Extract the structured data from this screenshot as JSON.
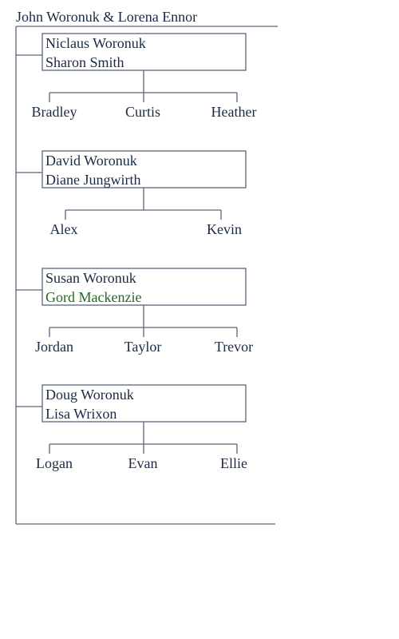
{
  "root": {
    "couple": "John Woronuk & Lorena Ennor"
  },
  "families": [
    {
      "parents": [
        "Niclaus Woronuk",
        "Sharon Smith"
      ],
      "children": [
        "Bradley",
        "Curtis",
        "Heather"
      ]
    },
    {
      "parents": [
        "David Woronuk",
        "Diane Jungwirth"
      ],
      "children": [
        "Alex",
        "Kevin"
      ]
    },
    {
      "parents": [
        "Susan Woronuk",
        "Gord Mackenzie"
      ],
      "children": [
        "Jordan",
        "Taylor",
        "Trevor"
      ],
      "highlight_parent": 1
    },
    {
      "parents": [
        "Doug Woronuk",
        "Lisa Wrixon"
      ],
      "children": [
        "Logan",
        "Evan",
        "Ellie"
      ]
    }
  ],
  "colors": {
    "text": "#1a2a44",
    "line": "#5a6478",
    "highlight": "#1f6a1f"
  }
}
